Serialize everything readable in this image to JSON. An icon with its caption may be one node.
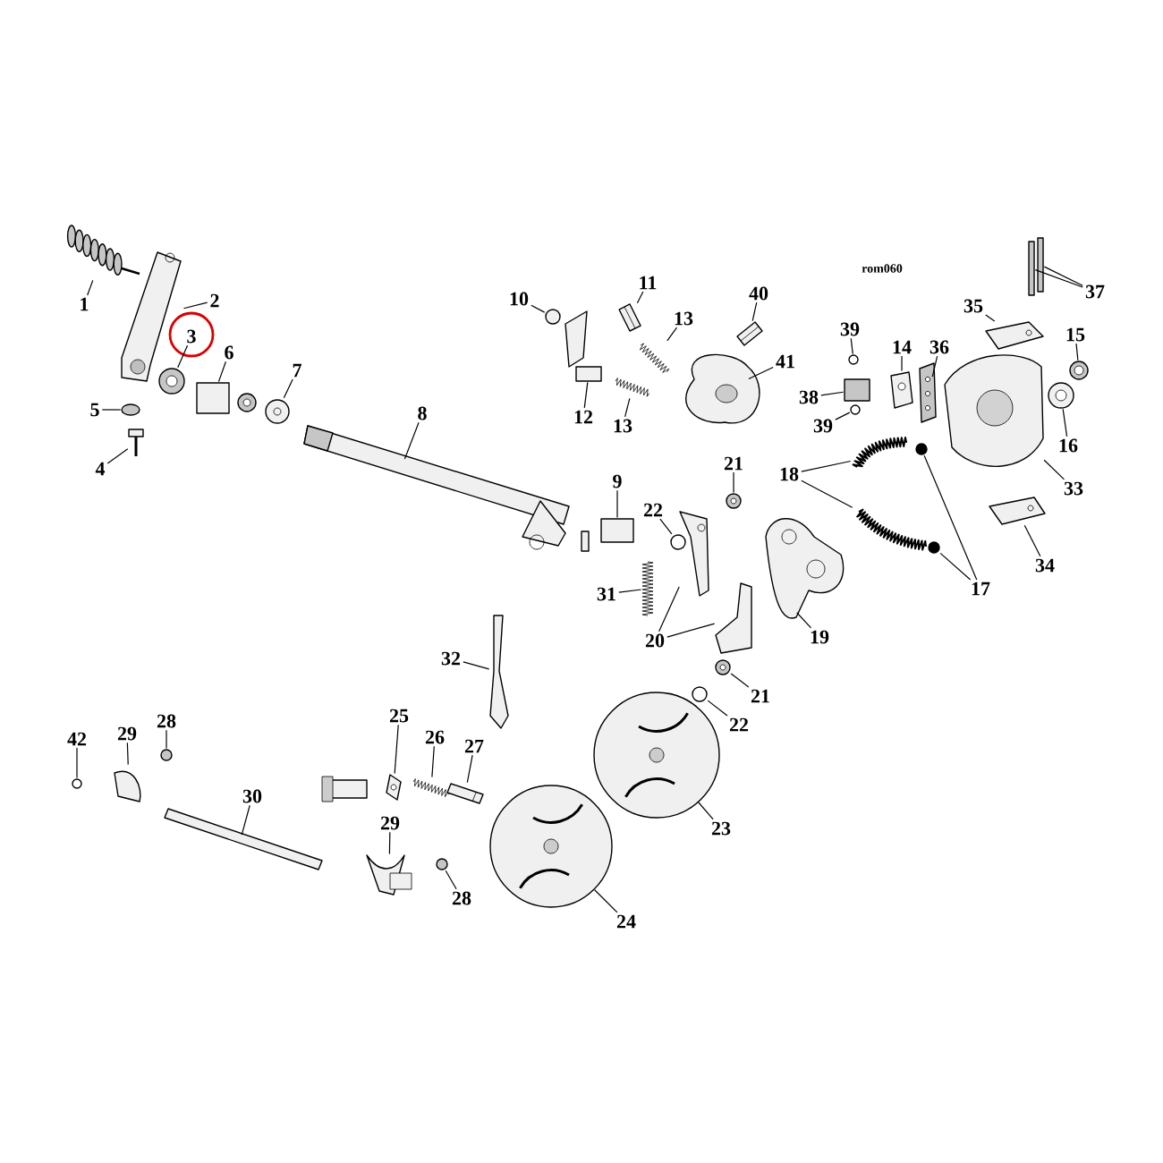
{
  "diagram": {
    "nodes": [
      {
        "text": [
          "1"
        ]
      },
      {
        "text": [
          "2"
        ]
      },
      {
        "text": [
          "3"
        ]
      },
      {
        "text": [
          "4"
        ]
      },
      {
        "text": [
          "5"
        ]
      },
      {
        "text": [
          "6"
        ]
      },
      {
        "text": [
          "7"
        ]
      },
      {
        "text": [
          "8"
        ]
      },
      {
        "text": [
          "9"
        ]
      },
      {
        "text": [
          "10"
        ]
      },
      {
        "text": [
          "11"
        ]
      },
      {
        "text": [
          "12"
        ]
      },
      {
        "text": [
          "13"
        ]
      },
      {
        "text": [
          "13"
        ]
      },
      {
        "text": [
          "14"
        ]
      },
      {
        "text": [
          "15"
        ]
      },
      {
        "text": [
          "16"
        ]
      },
      {
        "text": [
          "17"
        ]
      },
      {
        "text": [
          "18"
        ]
      },
      {
        "text": [
          "19"
        ]
      },
      {
        "text": [
          "20"
        ]
      },
      {
        "text": [
          "21"
        ]
      },
      {
        "text": [
          "21"
        ]
      },
      {
        "text": [
          "22"
        ]
      },
      {
        "text": [
          "22"
        ]
      },
      {
        "text": [
          "23"
        ]
      },
      {
        "text": [
          "24"
        ]
      },
      {
        "text": [
          "25"
        ]
      },
      {
        "text": [
          "26"
        ]
      },
      {
        "text": [
          "27"
        ]
      },
      {
        "text": [
          "28"
        ]
      },
      {
        "text": [
          "28"
        ]
      },
      {
        "text": [
          "29"
        ]
      },
      {
        "text": [
          "29"
        ]
      },
      {
        "text": [
          "30"
        ]
      },
      {
        "text": [
          "31"
        ]
      },
      {
        "text": [
          "32"
        ]
      },
      {
        "text": [
          "33"
        ]
      },
      {
        "text": [
          "34"
        ]
      },
      {
        "text": [
          "35"
        ]
      },
      {
        "text": [
          "36"
        ]
      },
      {
        "text": [
          "37"
        ]
      },
      {
        "text": [
          "38"
        ]
      },
      {
        "text": [
          "39"
        ]
      },
      {
        "text": [
          "39"
        ]
      },
      {
        "text": [
          "40"
        ]
      },
      {
        "text": [
          "41"
        ]
      },
      {
        "text": [
          "42"
        ]
      },
      {
        "text": [],
        "shape": "picture"
      },
      {
        "text": [],
        "shape": "picture"
      },
      {
        "text": [],
        "shape": "picture"
      },
      {
        "text": [],
        "shape": "picture"
      },
      {
        "text": [],
        "shape": "circle"
      },
      {
        "text": [],
        "shape": "box"
      },
      {
        "text": [],
        "shape": "picture"
      },
      {
        "text": [],
        "shape": "picture"
      },
      {
        "text": [],
        "shape": "box"
      },
      {
        "text": [],
        "shape": "circle"
      },
      {
        "text": [],
        "shape": "picture"
      },
      {
        "text": [],
        "shape": "box"
      },
      {
        "text": [],
        "shape": "picture"
      },
      {
        "text": [],
        "shape": "picture"
      },
      {
        "text": [],
        "shape": "picture"
      },
      {
        "text": [],
        "shape": "picture"
      },
      {
        "text": [],
        "shape": "picture"
      },
      {
        "text": [],
        "shape": "circle"
      },
      {
        "text": [],
        "shape": "circle"
      },
      {
        "text": [],
        "shape": "picture"
      },
      {
        "text": [],
        "shape": "picture"
      },
      {
        "text": [],
        "shape": "picture"
      },
      {
        "text": [],
        "shape": "picture"
      },
      {
        "text": [],
        "shape": "picture"
      },
      {
        "text": [],
        "shape": "picture"
      },
      {
        "text": [],
        "shape": "picture"
      },
      {
        "text": [],
        "shape": "circle"
      },
      {
        "text": [],
        "shape": "circle"
      },
      {
        "text": [],
        "shape": "picture"
      },
      {
        "text": [],
        "shape": "picture"
      },
      {
        "text": [],
        "shape": "picture"
      },
      {
        "text": [],
        "shape": "picture"
      },
      {
        "text": [],
        "shape": "picture"
      },
      {
        "text": [],
        "shape": "circle"
      },
      {
        "text": [],
        "shape": "circle"
      },
      {
        "text": [],
        "shape": "picture"
      },
      {
        "text": [],
        "shape": "picture"
      },
      {
        "text": [],
        "shape": "picture"
      },
      {
        "text": [],
        "shape": "picture"
      },
      {
        "text": [],
        "shape": "picture"
      },
      {
        "text": [],
        "shape": "picture"
      },
      {
        "text": [],
        "shape": "picture"
      },
      {
        "text": [],
        "shape": "picture"
      },
      {
        "text": [],
        "shape": "picture"
      },
      {
        "text": [],
        "shape": "box"
      },
      {
        "text": [],
        "shape": "box"
      },
      {
        "text": [],
        "shape": "box"
      },
      {
        "text": [],
        "shape": "circle"
      },
      {
        "text": [],
        "shape": "circle"
      },
      {
        "text": [],
        "shape": "picture"
      },
      {
        "text": [],
        "shape": "picture"
      },
      {
        "text": [],
        "shape": "circle"
      }
    ],
    "edges": [
      {
        "from": 0,
        "to": 48,
        "arrow": "none"
      },
      {
        "from": 1,
        "to": 49,
        "arrow": "none"
      },
      {
        "from": 2,
        "to": 50,
        "arrow": "none"
      },
      {
        "from": 3,
        "to": 51,
        "arrow": "none"
      },
      {
        "from": 4,
        "to": 52,
        "arrow": "none"
      },
      {
        "from": 5,
        "to": 53,
        "arrow": "none"
      },
      {
        "from": 6,
        "to": 54,
        "arrow": "none"
      },
      {
        "from": 7,
        "to": 55,
        "arrow": "none"
      },
      {
        "from": 8,
        "to": 56,
        "arrow": "none"
      },
      {
        "from": 9,
        "to": 57,
        "arrow": "none"
      },
      {
        "from": 10,
        "to": 58,
        "arrow": "none"
      },
      {
        "from": 11,
        "to": 59,
        "arrow": "none"
      },
      {
        "from": 12,
        "to": 60,
        "arrow": "none"
      },
      {
        "from": 13,
        "to": 61,
        "arrow": "none"
      },
      {
        "from": 14,
        "to": 62,
        "arrow": "none"
      },
      {
        "from": 15,
        "to": 63,
        "arrow": "none"
      },
      {
        "from": 16,
        "to": 64,
        "arrow": "none"
      },
      {
        "from": 17,
        "to": 65,
        "arrow": "none"
      },
      {
        "from": 17,
        "to": 66,
        "arrow": "none"
      },
      {
        "from": 18,
        "to": 67,
        "arrow": "none"
      },
      {
        "from": 18,
        "to": 68,
        "arrow": "none"
      },
      {
        "from": 19,
        "to": 69,
        "arrow": "none"
      },
      {
        "from": 20,
        "to": 70,
        "arrow": "none"
      },
      {
        "from": 20,
        "to": 71,
        "arrow": "none"
      },
      {
        "from": 21,
        "to": 72,
        "arrow": "none"
      },
      {
        "from": 22,
        "to": 73,
        "arrow": "none"
      },
      {
        "from": 23,
        "to": 74,
        "arrow": "none"
      },
      {
        "from": 24,
        "to": 75,
        "arrow": "none"
      },
      {
        "from": 25,
        "to": 76,
        "arrow": "none"
      },
      {
        "from": 26,
        "to": 77,
        "arrow": "none"
      },
      {
        "from": 27,
        "to": 78,
        "arrow": "none"
      },
      {
        "from": 28,
        "to": 79,
        "arrow": "none"
      },
      {
        "from": 29,
        "to": 80,
        "arrow": "none"
      },
      {
        "from": 30,
        "to": 81,
        "arrow": "none"
      },
      {
        "from": 31,
        "to": 82,
        "arrow": "none"
      },
      {
        "from": 32,
        "to": 83,
        "arrow": "none"
      },
      {
        "from": 33,
        "to": 84,
        "arrow": "none"
      },
      {
        "from": 34,
        "to": 85,
        "arrow": "none"
      },
      {
        "from": 35,
        "to": 86,
        "arrow": "none"
      },
      {
        "from": 36,
        "to": 87,
        "arrow": "none"
      },
      {
        "from": 37,
        "to": 88,
        "arrow": "none"
      },
      {
        "from": 38,
        "to": 89,
        "arrow": "none"
      },
      {
        "from": 39,
        "to": 90,
        "arrow": "none"
      },
      {
        "from": 40,
        "to": 91,
        "arrow": "none"
      },
      {
        "from": 41,
        "to": 92,
        "arrow": "none"
      },
      {
        "from": 41,
        "to": 93,
        "arrow": "none"
      },
      {
        "from": 42,
        "to": 94,
        "arrow": "none"
      },
      {
        "from": 43,
        "to": 95,
        "arrow": "none"
      },
      {
        "from": 44,
        "to": 96,
        "arrow": "none"
      },
      {
        "from": 45,
        "to": 97,
        "arrow": "none"
      },
      {
        "from": 46,
        "to": 98,
        "arrow": "none"
      },
      {
        "from": 47,
        "to": 99,
        "arrow": "none"
      }
    ],
    "labels": [
      "rom060"
    ]
  }
}
